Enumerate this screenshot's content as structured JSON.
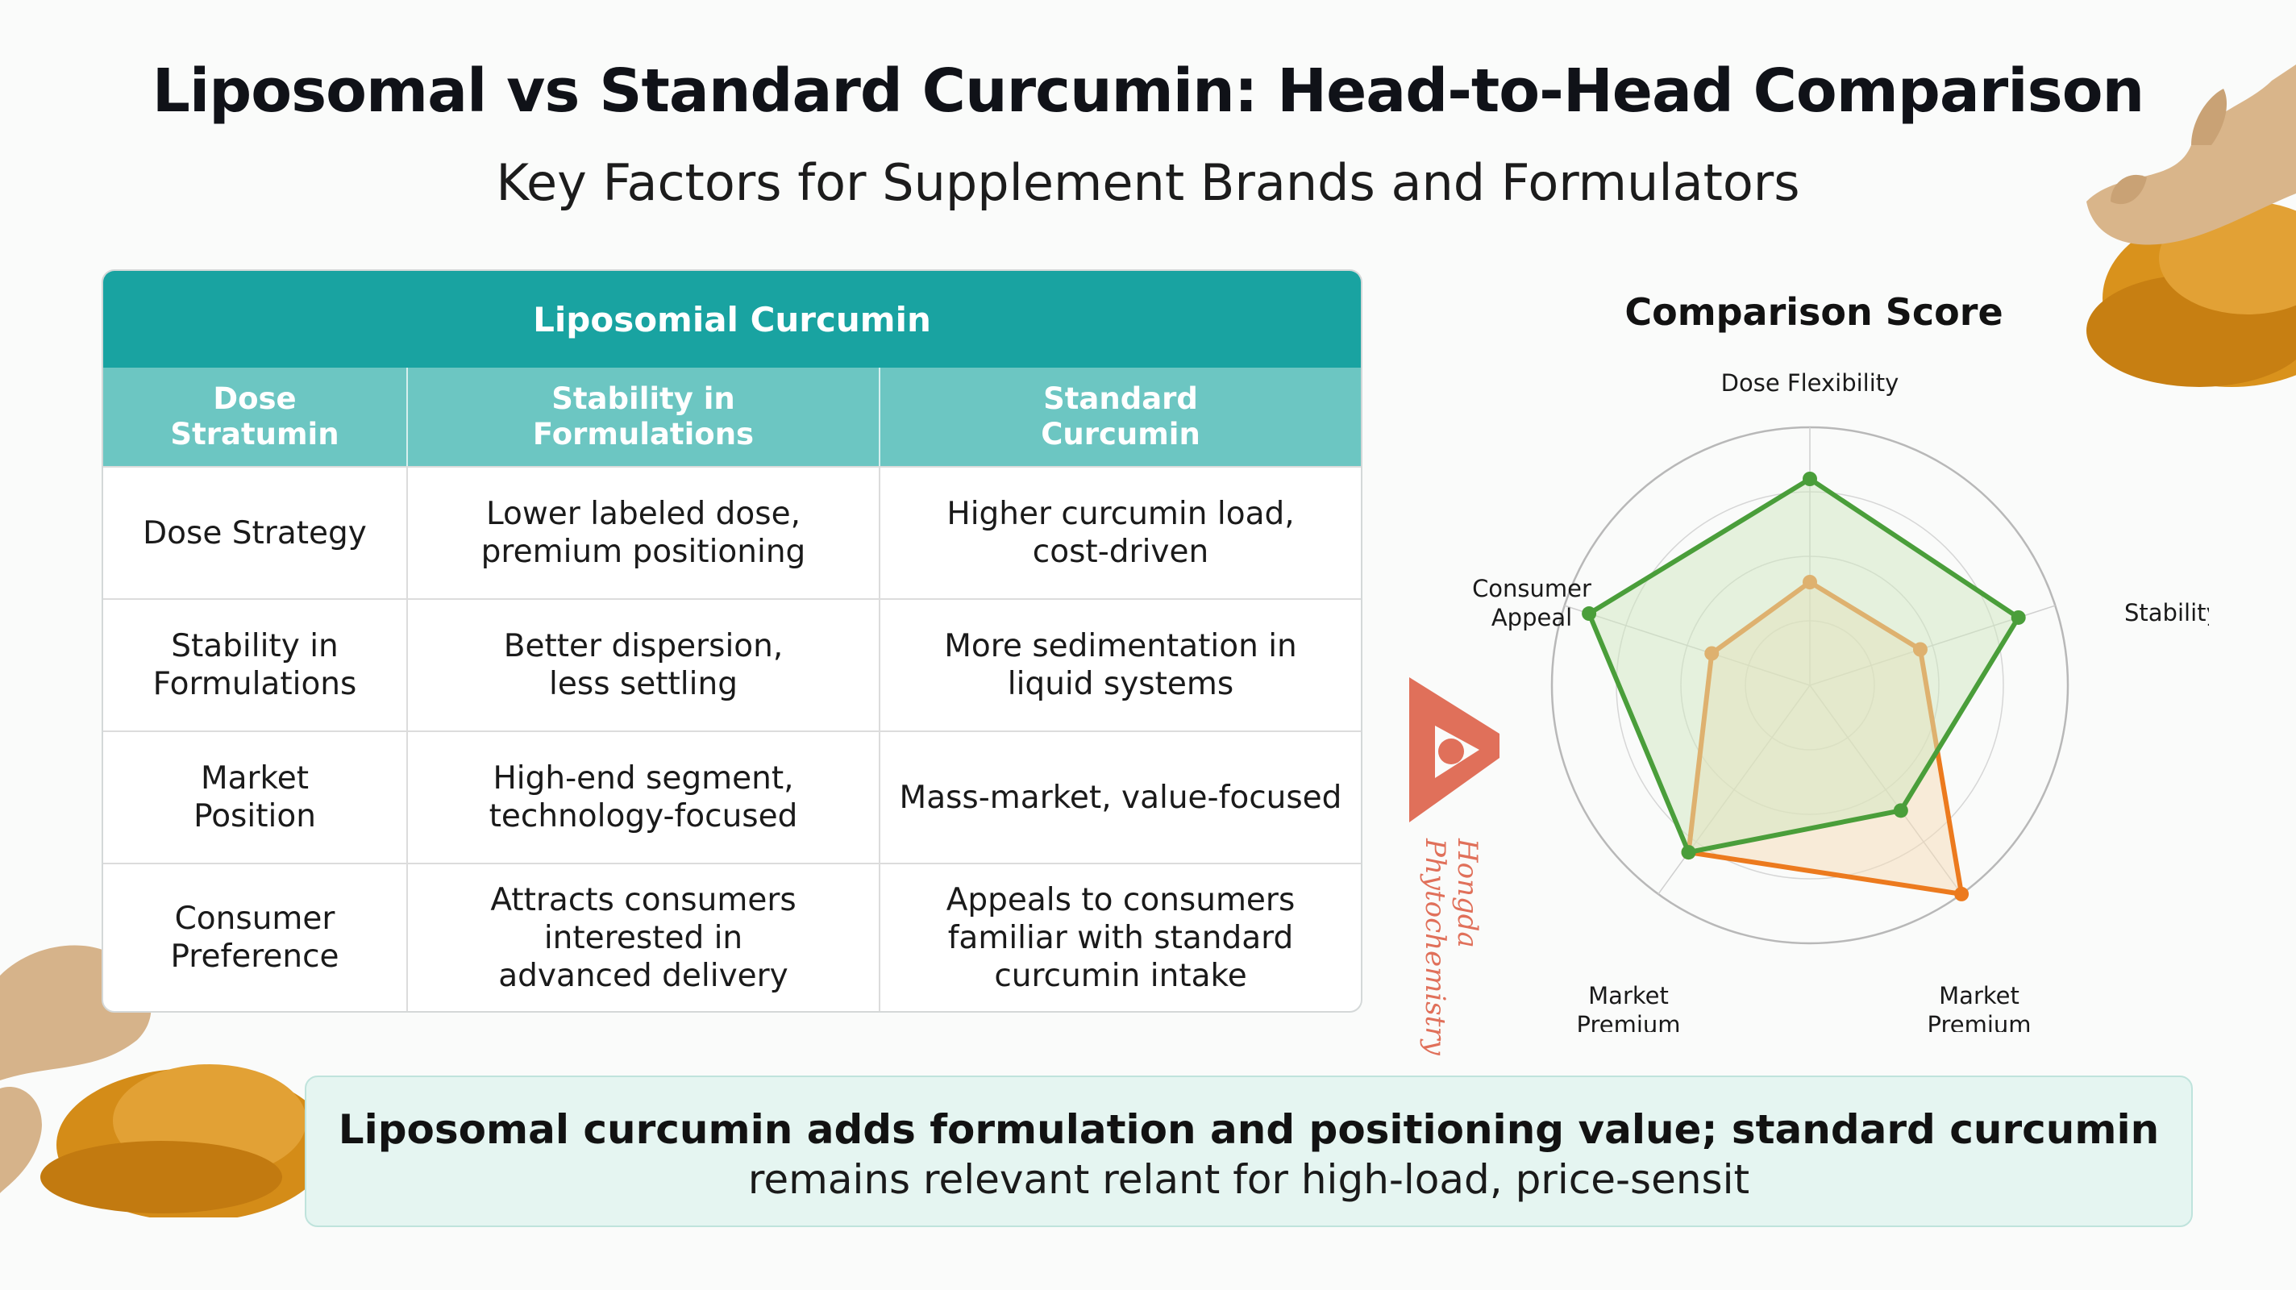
{
  "title": "Liposomal vs Standard Curcumin: Head-to-Head Comparison",
  "subtitle": "Key Factors for Supplement Brands and Formulators",
  "table": {
    "header": "Liposomial Curcumin",
    "columns": [
      "Dose\nStratumin",
      "Stability in\nFormulations",
      "Standard\nCurcumin"
    ],
    "rows": [
      [
        "Dose Strategy",
        "Lower labeled dose,\npremium positioning",
        "Higher curcumin load,\ncost-driven"
      ],
      [
        "Stability in\nFormulations",
        "Better dispersion,\nless settling",
        "More sedimentation in\nliquid systems"
      ],
      [
        "Market\nPosition",
        "High-end segment,\ntechnology-focused",
        "Mass-market, value-focused"
      ],
      [
        "Consumer\nPreference",
        "Attracts consumers\ninterested in\nadvanced delivery",
        "Appeals to consumers\nfamiliar with standard\ncurcumin intake"
      ]
    ]
  },
  "logo": {
    "text": "Hongda\nPhytochemistry",
    "color": "#e0705a"
  },
  "chart_data": {
    "type": "radar",
    "title": "Comparison Score",
    "axes": [
      "Dose Flexibility",
      "Stability",
      "Market\nPremium",
      "Market\nPremium",
      "Consumer\nAppeal"
    ],
    "range": [
      0,
      10
    ],
    "grid": true,
    "series": [
      {
        "values": [
          8,
          8.5,
          6,
          8,
          9
        ],
        "color": "#4a9e3a",
        "fill": "#cfe8c0"
      },
      {
        "values": [
          4,
          4.5,
          10,
          8,
          4
        ],
        "color": "#ec7a1e",
        "fill": "#f6dcb6"
      }
    ]
  },
  "banner": {
    "line1": "Liposomal curcumin adds formulation and positioning value; standard curcumin",
    "line2": "remains relevant relant for high-load, price-sensit"
  },
  "colors": {
    "teal": "#19a3a1",
    "teal_light": "#6cc6c2",
    "banner_bg": "#e5f5f1"
  }
}
